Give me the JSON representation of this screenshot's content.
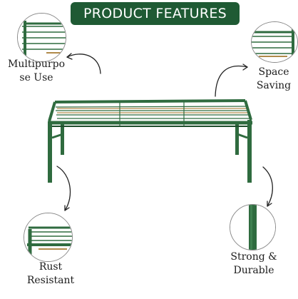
{
  "header": {
    "title": "PRODUCT FEATURES"
  },
  "features": {
    "multipurpose": {
      "line1": "Multipurpo",
      "line2": "se Use",
      "icon": "rack-corner-detail"
    },
    "space_saving": {
      "line1": "Space",
      "line2": "Saving",
      "icon": "rack-corner-detail"
    },
    "rust_resistant": {
      "line1": "Rust",
      "line2": "Resistant",
      "icon": "rack-end-detail"
    },
    "strong_durable": {
      "line1": "Strong &",
      "line2": "Durable",
      "icon": "rack-leg-detail"
    }
  },
  "colors": {
    "header_bg": "#1f5a34",
    "rack_green": "#2f6b3f",
    "rack_dark": "#1f4d2c",
    "wood": "#b08a4a"
  }
}
